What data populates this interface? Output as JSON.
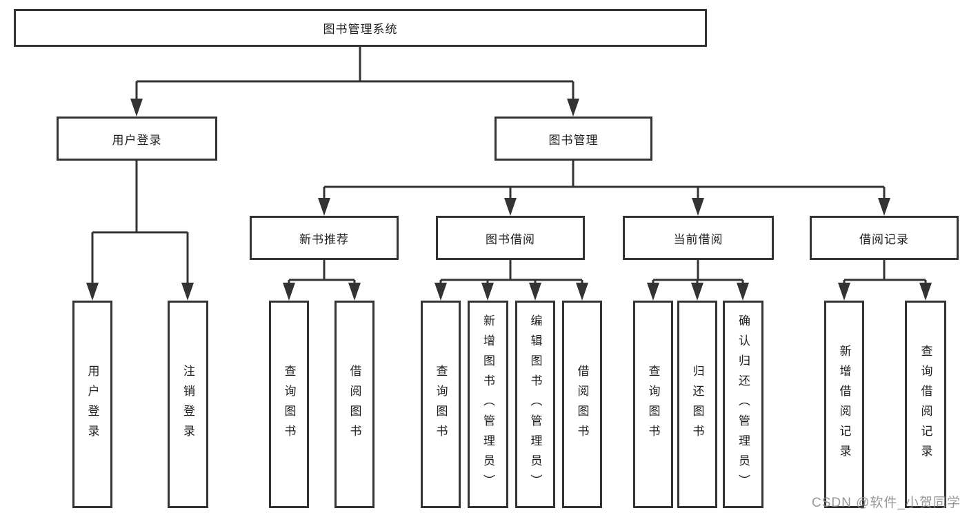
{
  "diagram": {
    "root": {
      "label": "图书管理系统",
      "children": [
        {
          "label": "用户登录",
          "children": [
            {
              "label": "用户登录"
            },
            {
              "label": "注销登录"
            }
          ]
        },
        {
          "label": "图书管理",
          "children": [
            {
              "label": "新书推荐",
              "children": [
                {
                  "label": "查询图书"
                },
                {
                  "label": "借阅图书"
                }
              ]
            },
            {
              "label": "图书借阅",
              "children": [
                {
                  "label": "查询图书"
                },
                {
                  "label": "新增图书（管理员）"
                },
                {
                  "label": "编辑图书（管理员）"
                },
                {
                  "label": "借阅图书"
                }
              ]
            },
            {
              "label": "当前借阅",
              "children": [
                {
                  "label": "查询图书"
                },
                {
                  "label": "归还图书"
                },
                {
                  "label": "确认归还（管理员）"
                }
              ]
            },
            {
              "label": "借阅记录",
              "children": [
                {
                  "label": "新增借阅记录"
                },
                {
                  "label": "查询借阅记录"
                }
              ]
            }
          ]
        }
      ]
    }
  },
  "watermark": {
    "text": "CSDN @软件_小贺同学"
  },
  "colors": {
    "line": "#333333",
    "border": "#333333",
    "text": "#1f1f1f",
    "watermark": "#8c8c8c",
    "background": "#ffffff"
  }
}
